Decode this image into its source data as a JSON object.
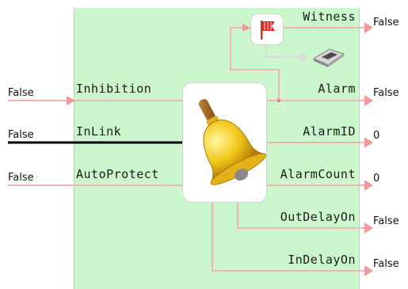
{
  "inputs": [
    {
      "name": "Inhibition",
      "value": "False"
    },
    {
      "name": "InLink",
      "value": "False"
    },
    {
      "name": "AutoProtect",
      "value": "False"
    }
  ],
  "outputs": [
    {
      "name": "Witness",
      "value": "False"
    },
    {
      "name": "Alarm",
      "value": "False"
    },
    {
      "name": "AlarmID",
      "value": "0"
    },
    {
      "name": "AlarmCount",
      "value": "0"
    },
    {
      "name": "OutDelayOn",
      "value": "False"
    },
    {
      "name": "InDelayOn",
      "value": "False"
    }
  ],
  "icons": {
    "core": "bell-icon",
    "witness": "red-flag-icon",
    "witness_target": "pager-icon"
  },
  "colors": {
    "block_bg": "#ccf7cc",
    "wire": "#f2b3b3",
    "wire_link": "#000000",
    "arrow": "#ef9a9a"
  }
}
